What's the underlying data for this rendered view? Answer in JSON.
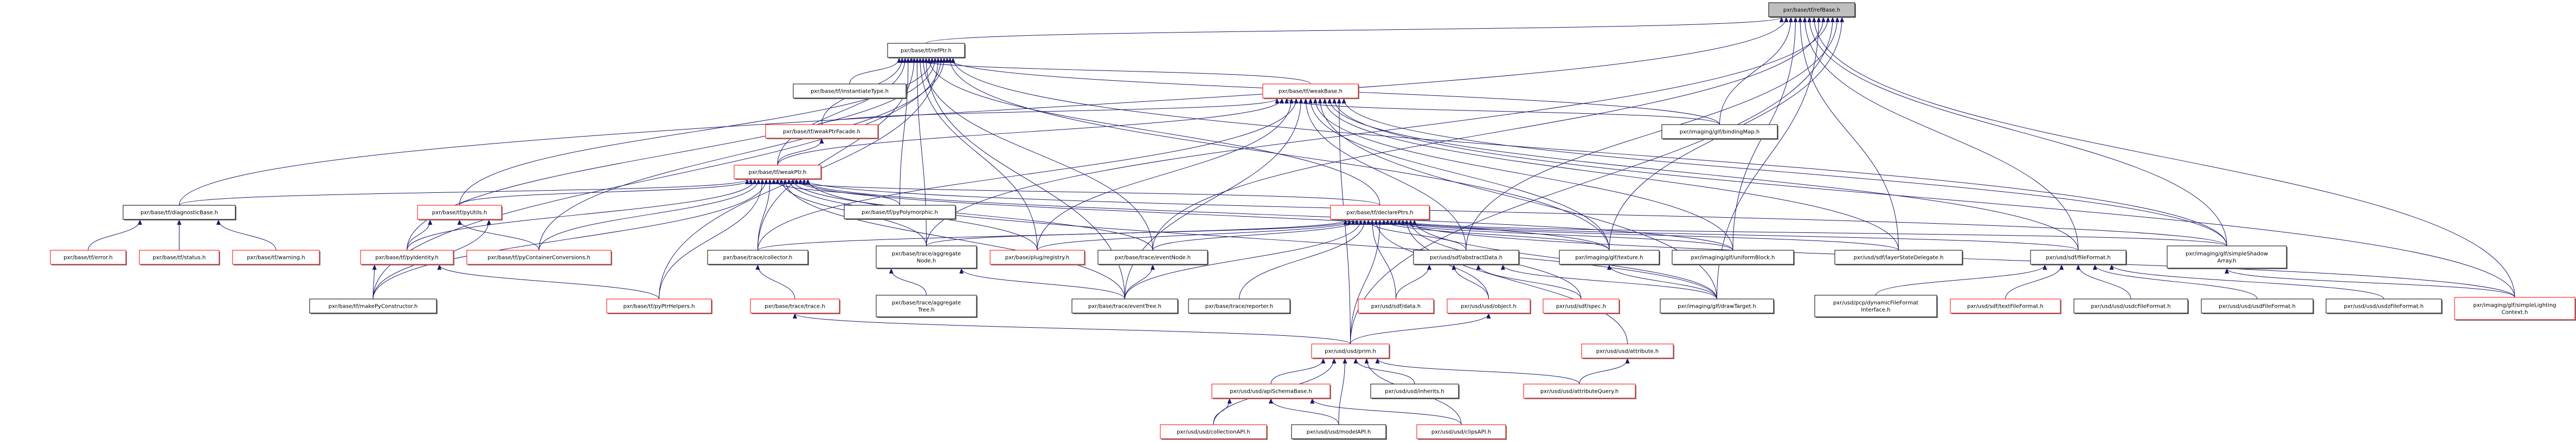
{
  "graph": {
    "title": "pxr/base/tf/refBase.h",
    "colors": {
      "edge": "#191970",
      "root_fill": "#bfbfbf",
      "truncated_border": "#ff0000",
      "normal_border": "#000000"
    },
    "nodes": [
      {
        "id": "refBase",
        "label": [
          "pxr/base/tf/refBase.h"
        ],
        "kind": "root"
      },
      {
        "id": "refPtr",
        "label": [
          "pxr/base/tf/refPtr.h"
        ],
        "kind": "normal"
      },
      {
        "id": "instantiateType",
        "label": [
          "pxr/base/tf/instantiateType.h"
        ],
        "kind": "normal"
      },
      {
        "id": "weakBase",
        "label": [
          "pxr/base/tf/weakBase.h"
        ],
        "kind": "truncated"
      },
      {
        "id": "weakPtrFacade",
        "label": [
          "pxr/base/tf/weakPtrFacade.h"
        ],
        "kind": "truncated"
      },
      {
        "id": "bindingMap",
        "label": [
          "pxr/imaging/glf/bindingMap.h"
        ],
        "kind": "normal"
      },
      {
        "id": "weakPtr",
        "label": [
          "pxr/base/tf/weakPtr.h"
        ],
        "kind": "truncated"
      },
      {
        "id": "diagnosticBase",
        "label": [
          "pxr/base/tf/diagnosticBase.h"
        ],
        "kind": "normal"
      },
      {
        "id": "pyUtils",
        "label": [
          "pxr/base/tf/pyUtils.h"
        ],
        "kind": "truncated"
      },
      {
        "id": "pyPolymorphic",
        "label": [
          "pxr/base/tf/pyPolymorphic.h"
        ],
        "kind": "normal"
      },
      {
        "id": "declarePtrs",
        "label": [
          "pxr/base/tf/declarePtrs.h"
        ],
        "kind": "truncated"
      },
      {
        "id": "error",
        "label": [
          "pxr/base/tf/error.h"
        ],
        "kind": "truncated"
      },
      {
        "id": "status",
        "label": [
          "pxr/base/tf/status.h"
        ],
        "kind": "truncated"
      },
      {
        "id": "warning",
        "label": [
          "pxr/base/tf/warning.h"
        ],
        "kind": "truncated"
      },
      {
        "id": "pyIdentity",
        "label": [
          "pxr/base/tf/pyIdentity.h"
        ],
        "kind": "truncated"
      },
      {
        "id": "pyContainerConversions",
        "label": [
          "pxr/base/tf/pyContainerConversions.h"
        ],
        "kind": "truncated"
      },
      {
        "id": "collector",
        "label": [
          "pxr/base/trace/collector.h"
        ],
        "kind": "normal"
      },
      {
        "id": "aggregateNode",
        "label": [
          "pxr/base/trace/aggregate",
          "Node.h"
        ],
        "kind": "normal"
      },
      {
        "id": "registry",
        "label": [
          "pxr/base/plug/registry.h"
        ],
        "kind": "truncated"
      },
      {
        "id": "eventNode",
        "label": [
          "pxr/base/trace/eventNode.h"
        ],
        "kind": "normal"
      },
      {
        "id": "abstractData",
        "label": [
          "pxr/usd/sdf/abstractData.h"
        ],
        "kind": "normal"
      },
      {
        "id": "texture",
        "label": [
          "pxr/imaging/glf/texture.h"
        ],
        "kind": "normal"
      },
      {
        "id": "uniformBlock",
        "label": [
          "pxr/imaging/glf/uniformBlock.h"
        ],
        "kind": "normal"
      },
      {
        "id": "layerStateDelegate",
        "label": [
          "pxr/usd/sdf/layerStateDelegate.h"
        ],
        "kind": "normal"
      },
      {
        "id": "fileFormat",
        "label": [
          "pxr/usd/sdf/fileFormat.h"
        ],
        "kind": "normal"
      },
      {
        "id": "simpleShadowArray",
        "label": [
          "pxr/imaging/glf/simpleShadow",
          "Array.h"
        ],
        "kind": "normal"
      },
      {
        "id": "makePyConstructor",
        "label": [
          "pxr/base/tf/makePyConstructor.h"
        ],
        "kind": "normal"
      },
      {
        "id": "pyPtrHelpers",
        "label": [
          "pxr/base/tf/pyPtrHelpers.h"
        ],
        "kind": "truncated"
      },
      {
        "id": "trace",
        "label": [
          "pxr/base/trace/trace.h"
        ],
        "kind": "truncated"
      },
      {
        "id": "aggregateTree",
        "label": [
          "pxr/base/trace/aggregate",
          "Tree.h"
        ],
        "kind": "normal"
      },
      {
        "id": "eventTree",
        "label": [
          "pxr/base/trace/eventTree.h"
        ],
        "kind": "normal"
      },
      {
        "id": "reporter",
        "label": [
          "pxr/base/trace/reporter.h"
        ],
        "kind": "normal"
      },
      {
        "id": "sdfData",
        "label": [
          "pxr/usd/sdf/data.h"
        ],
        "kind": "truncated"
      },
      {
        "id": "object",
        "label": [
          "pxr/usd/usd/object.h"
        ],
        "kind": "truncated"
      },
      {
        "id": "spec",
        "label": [
          "pxr/usd/sdf/spec.h"
        ],
        "kind": "truncated"
      },
      {
        "id": "drawTarget",
        "label": [
          "pxr/imaging/glf/drawTarget.h"
        ],
        "kind": "normal"
      },
      {
        "id": "dynamicFileFormatInterface",
        "label": [
          "pxr/usd/pcp/dynamicFileFormat",
          "Interface.h"
        ],
        "kind": "normal"
      },
      {
        "id": "textFileFormat",
        "label": [
          "pxr/usd/sdf/textFileFormat.h"
        ],
        "kind": "truncated"
      },
      {
        "id": "usdcFileFormat",
        "label": [
          "pxr/usd/usd/usdcFileFormat.h"
        ],
        "kind": "normal"
      },
      {
        "id": "usdFileFormat",
        "label": [
          "pxr/usd/usd/usdFileFormat.h"
        ],
        "kind": "normal"
      },
      {
        "id": "usdzFileFormat",
        "label": [
          "pxr/usd/usd/usdzFileFormat.h"
        ],
        "kind": "normal"
      },
      {
        "id": "simpleLightingContext",
        "label": [
          "pxr/imaging/glf/simpleLighting",
          "Context.h"
        ],
        "kind": "truncated"
      },
      {
        "id": "prim",
        "label": [
          "pxr/usd/usd/prim.h"
        ],
        "kind": "truncated"
      },
      {
        "id": "attribute",
        "label": [
          "pxr/usd/usd/attribute.h"
        ],
        "kind": "truncated"
      },
      {
        "id": "apiSchemaBase",
        "label": [
          "pxr/usd/usd/apiSchemaBase.h"
        ],
        "kind": "truncated"
      },
      {
        "id": "inherits",
        "label": [
          "pxr/usd/usd/inherits.h"
        ],
        "kind": "normal"
      },
      {
        "id": "attributeQuery",
        "label": [
          "pxr/usd/usd/attributeQuery.h"
        ],
        "kind": "truncated"
      },
      {
        "id": "collectionAPI",
        "label": [
          "pxr/usd/usd/collectionAPI.h"
        ],
        "kind": "truncated"
      },
      {
        "id": "modelAPI",
        "label": [
          "pxr/usd/usd/modelAPI.h"
        ],
        "kind": "normal"
      },
      {
        "id": "clipsAPI",
        "label": [
          "pxr/usd/usd/clipsAPI.h"
        ],
        "kind": "truncated"
      }
    ],
    "edges": [
      [
        "refPtr",
        "refBase"
      ],
      [
        "diagnosticBase",
        "refBase"
      ],
      [
        "bindingMap",
        "refBase"
      ],
      [
        "uniformBlock",
        "refBase"
      ],
      [
        "layerStateDelegate",
        "refBase"
      ],
      [
        "fileFormat",
        "refBase"
      ],
      [
        "simpleShadowArray",
        "refBase"
      ],
      [
        "simpleLightingContext",
        "refBase"
      ],
      [
        "drawTarget",
        "refBase"
      ],
      [
        "eventNode",
        "refBase"
      ],
      [
        "aggregateNode",
        "refBase"
      ],
      [
        "prim",
        "refBase"
      ],
      [
        "abstractData",
        "refBase"
      ],
      [
        "texture",
        "refBase"
      ],
      [
        "instantiateType",
        "refPtr"
      ],
      [
        "weakPtrFacade",
        "refPtr"
      ],
      [
        "weakPtr",
        "refPtr"
      ],
      [
        "pyPolymorphic",
        "refPtr"
      ],
      [
        "weakBase",
        "refPtr"
      ],
      [
        "collector",
        "refPtr"
      ],
      [
        "aggregateNode",
        "refPtr"
      ],
      [
        "registry",
        "refPtr"
      ],
      [
        "eventNode",
        "refPtr"
      ],
      [
        "eventTree",
        "refPtr"
      ],
      [
        "declarePtrs",
        "refPtr"
      ],
      [
        "pyUtils",
        "refPtr"
      ],
      [
        "pyIdentity",
        "refPtr"
      ],
      [
        "pyPtrHelpers",
        "refPtr"
      ],
      [
        "makePyConstructor",
        "refPtr"
      ],
      [
        "pyContainerConversions",
        "refPtr"
      ],
      [
        "bindingMap",
        "refPtr"
      ],
      [
        "texture",
        "refPtr"
      ],
      [
        "simpleShadowArray",
        "refPtr"
      ],
      [
        "weakPtrFacade",
        "weakBase"
      ],
      [
        "weakPtr",
        "weakBase"
      ],
      [
        "bindingMap",
        "weakBase"
      ],
      [
        "registry",
        "weakBase"
      ],
      [
        "collector",
        "weakBase"
      ],
      [
        "eventTree",
        "weakBase"
      ],
      [
        "abstractData",
        "weakBase"
      ],
      [
        "texture",
        "weakBase"
      ],
      [
        "uniformBlock",
        "weakBase"
      ],
      [
        "drawTarget",
        "weakBase"
      ],
      [
        "layerStateDelegate",
        "weakBase"
      ],
      [
        "fileFormat",
        "weakBase"
      ],
      [
        "simpleLightingContext",
        "weakBase"
      ],
      [
        "prim",
        "weakBase"
      ],
      [
        "simpleShadowArray",
        "weakBase"
      ],
      [
        "weakPtr",
        "weakPtrFacade"
      ],
      [
        "diagnosticBase",
        "weakPtr"
      ],
      [
        "pyUtils",
        "weakPtr"
      ],
      [
        "pyIdentity",
        "weakPtr"
      ],
      [
        "pyContainerConversions",
        "weakPtr"
      ],
      [
        "pyPtrHelpers",
        "weakPtr"
      ],
      [
        "makePyConstructor",
        "weakPtr"
      ],
      [
        "collector",
        "weakPtr"
      ],
      [
        "pyPolymorphic",
        "weakPtr"
      ],
      [
        "declarePtrs",
        "weakPtr"
      ],
      [
        "aggregateNode",
        "weakPtr"
      ],
      [
        "eventTree",
        "weakPtr"
      ],
      [
        "registry",
        "weakPtr"
      ],
      [
        "eventNode",
        "weakPtr"
      ],
      [
        "texture",
        "weakPtr"
      ],
      [
        "uniformBlock",
        "weakPtr"
      ],
      [
        "simpleShadowArray",
        "weakPtr"
      ],
      [
        "drawTarget",
        "weakPtr"
      ],
      [
        "collector",
        "declarePtrs"
      ],
      [
        "aggregateNode",
        "declarePtrs"
      ],
      [
        "registry",
        "declarePtrs"
      ],
      [
        "eventNode",
        "declarePtrs"
      ],
      [
        "eventTree",
        "declarePtrs"
      ],
      [
        "reporter",
        "declarePtrs"
      ],
      [
        "abstractData",
        "declarePtrs"
      ],
      [
        "sdfData",
        "declarePtrs"
      ],
      [
        "object",
        "declarePtrs"
      ],
      [
        "prim",
        "declarePtrs"
      ],
      [
        "texture",
        "declarePtrs"
      ],
      [
        "uniformBlock",
        "declarePtrs"
      ],
      [
        "layerStateDelegate",
        "declarePtrs"
      ],
      [
        "fileFormat",
        "declarePtrs"
      ],
      [
        "simpleShadowArray",
        "declarePtrs"
      ],
      [
        "simpleLightingContext",
        "declarePtrs"
      ],
      [
        "attribute",
        "declarePtrs"
      ],
      [
        "spec",
        "declarePtrs"
      ],
      [
        "drawTarget",
        "declarePtrs"
      ],
      [
        "error",
        "diagnosticBase"
      ],
      [
        "status",
        "diagnosticBase"
      ],
      [
        "warning",
        "diagnosticBase"
      ],
      [
        "pyIdentity",
        "pyUtils"
      ],
      [
        "pyContainerConversions",
        "pyUtils"
      ],
      [
        "makePyConstructor",
        "pyUtils"
      ],
      [
        "makePyConstructor",
        "pyIdentity"
      ],
      [
        "pyPtrHelpers",
        "pyIdentity"
      ],
      [
        "trace",
        "collector"
      ],
      [
        "aggregateTree",
        "aggregateNode"
      ],
      [
        "eventTree",
        "aggregateNode"
      ],
      [
        "eventTree",
        "eventNode"
      ],
      [
        "prim",
        "trace"
      ],
      [
        "sdfData",
        "abstractData"
      ],
      [
        "object",
        "abstractData"
      ],
      [
        "spec",
        "abstractData"
      ],
      [
        "drawTarget",
        "abstractData"
      ],
      [
        "drawTarget",
        "texture"
      ],
      [
        "prim",
        "object"
      ],
      [
        "apiSchemaBase",
        "prim"
      ],
      [
        "collectionAPI",
        "prim"
      ],
      [
        "modelAPI",
        "prim"
      ],
      [
        "inherits",
        "prim"
      ],
      [
        "clipsAPI",
        "prim"
      ],
      [
        "attributeQuery",
        "prim"
      ],
      [
        "attributeQuery",
        "attribute"
      ],
      [
        "collectionAPI",
        "apiSchemaBase"
      ],
      [
        "modelAPI",
        "apiSchemaBase"
      ],
      [
        "clipsAPI",
        "apiSchemaBase"
      ],
      [
        "dynamicFileFormatInterface",
        "fileFormat"
      ],
      [
        "textFileFormat",
        "fileFormat"
      ],
      [
        "usdcFileFormat",
        "fileFormat"
      ],
      [
        "usdFileFormat",
        "fileFormat"
      ],
      [
        "usdzFileFormat",
        "fileFormat"
      ],
      [
        "simpleLightingContext",
        "simpleShadowArray"
      ]
    ]
  }
}
